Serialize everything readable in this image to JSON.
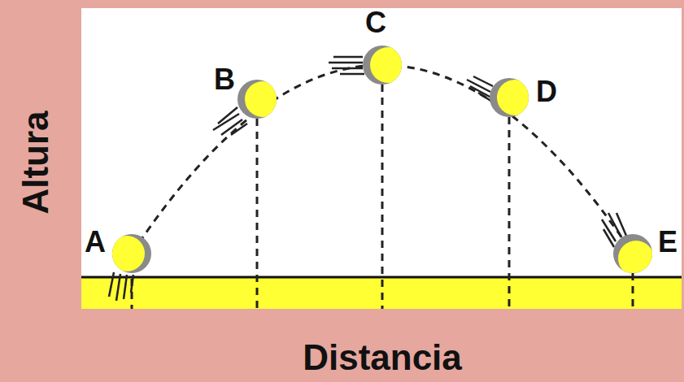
{
  "diagram": {
    "labels": [
      "A",
      "B",
      "C",
      "D",
      "E",
      "Altura",
      "Distancia"
    ]
  }
}
